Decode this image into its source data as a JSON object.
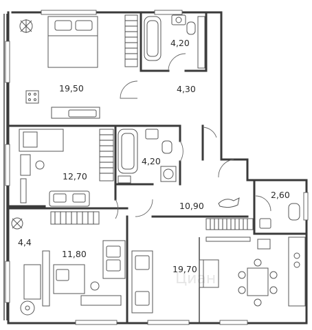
{
  "rooms": [
    {
      "id": "bedroom",
      "area": "19,50"
    },
    {
      "id": "bath-top",
      "area": "4,20"
    },
    {
      "id": "hall-top",
      "area": "4,30"
    },
    {
      "id": "bath-middle",
      "area": "4,20"
    },
    {
      "id": "room-12",
      "area": "12,70"
    },
    {
      "id": "corridor",
      "area": "10,90"
    },
    {
      "id": "wc",
      "area": "2,60"
    },
    {
      "id": "balcony",
      "area": "4,4"
    },
    {
      "id": "room-11",
      "area": "11,80"
    },
    {
      "id": "living-kitchen",
      "area": "19,70"
    }
  ],
  "watermark": "Циан",
  "colors": {
    "wall": "#3a3a3a",
    "furniture": "#555555",
    "background": "#ffffff"
  }
}
